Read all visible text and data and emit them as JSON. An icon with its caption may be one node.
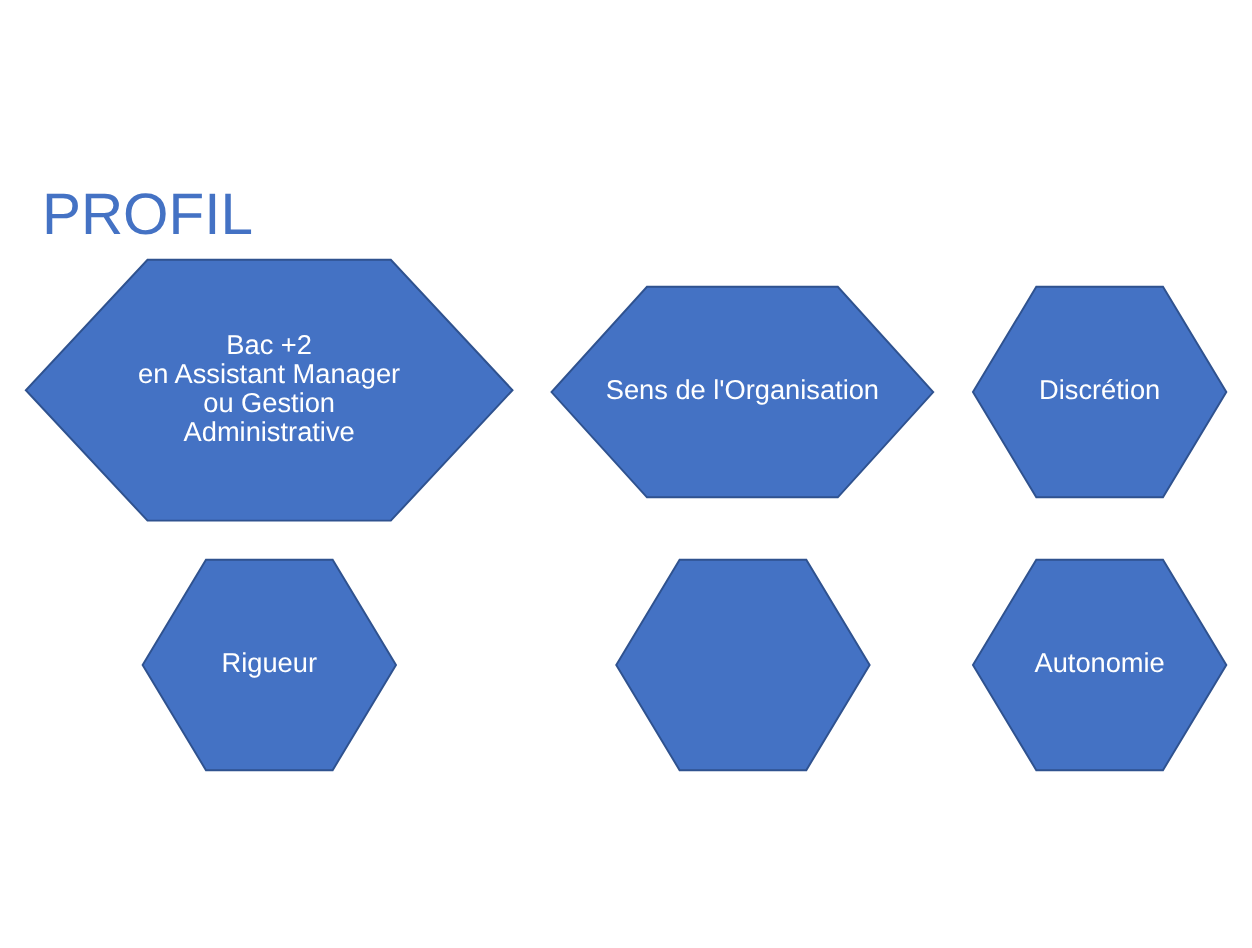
{
  "diagram": {
    "title": "PROFIL",
    "nodes": [
      {
        "text": [
          "Discrétion"
        ]
      },
      {
        "text": [
          "Bac +2",
          "en Assistant Manager ou Gestion Administrative"
        ]
      },
      {
        "text": [
          "Sens de l'Organisation"
        ]
      },
      {
        "text": [
          "Rigueur"
        ]
      },
      {
        "text": [],
        "shape": "hexagon"
      },
      {
        "text": [
          "Autonomie"
        ]
      }
    ]
  }
}
